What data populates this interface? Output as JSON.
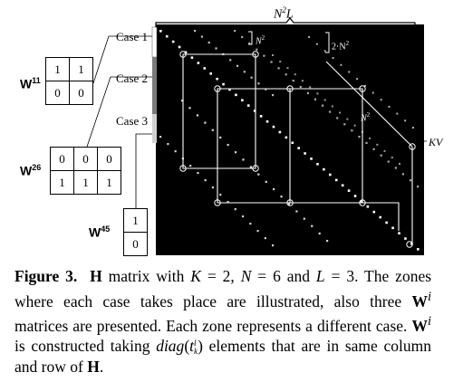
{
  "figure": {
    "top_label": "N",
    "top_label_sup": "2",
    "top_label_tail": "L",
    "case_labels": [
      "Case 1",
      "Case 2",
      "Case 3"
    ],
    "n2_label": "N",
    "n2_sup": "2",
    "two_n2_label": "2·N",
    "two_n2_sup": "2",
    "diag_label": "N",
    "diag_sup": "2",
    "kv_label": "KV",
    "matrices": [
      {
        "name": "W",
        "sup": "11",
        "rows": [
          [
            "1",
            "1"
          ],
          [
            "0",
            "0"
          ]
        ]
      },
      {
        "name": "W",
        "sup": "26",
        "rows": [
          [
            "0",
            "0",
            "0"
          ],
          [
            "1",
            "1",
            "1"
          ]
        ]
      },
      {
        "name": "W",
        "sup": "45",
        "rows": [
          [
            "1"
          ],
          [
            "0"
          ]
        ]
      }
    ]
  },
  "caption": {
    "label": "Figure 3.",
    "h": "H",
    "t1": " matrix with ",
    "k": "K",
    "t2": " = 2, ",
    "n": "N",
    "t3": " = 6 and ",
    "l": "L",
    "t4": " = 3. The zones where each case takes place are illustrated, also three ",
    "w1": "W",
    "w1sup": "i",
    "t5": " matrices are presented. Each zone represents a different case. ",
    "w2": "W",
    "w2sup": "i",
    "t6": " is constructed taking ",
    "diag": "diag",
    "tsym": "t",
    "tsup": "l",
    "tsub": "k",
    "t7": " elements that are in same column and row of ",
    "h2": "H",
    "t8": "."
  }
}
